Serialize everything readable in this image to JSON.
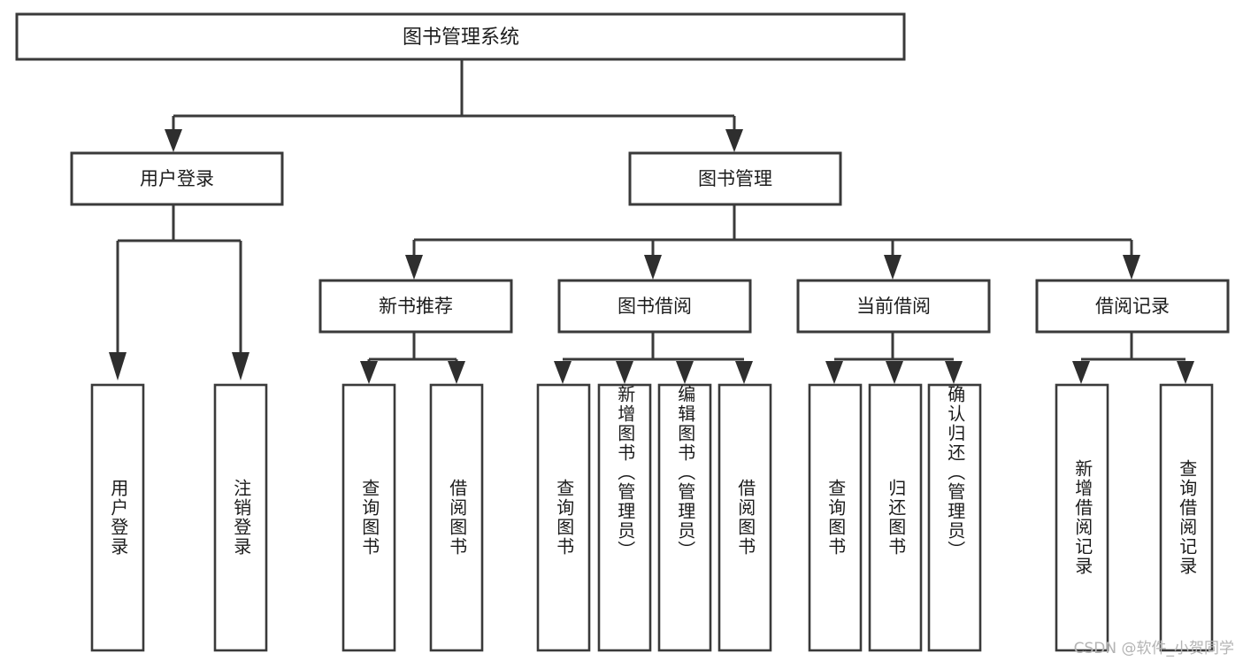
{
  "diagram": {
    "title": "图书管理系统",
    "type": "hierarchy-tree",
    "watermark": "CSDN @软件_小贺同学",
    "colors": {
      "box_stroke": "#3a3a3a",
      "box_fill": "#ffffff",
      "text": "#1c1c1c",
      "connector": "#3a3a3a",
      "watermark": "#b4b4b4",
      "background": "#ffffff"
    },
    "root": {
      "label": "图书管理系统",
      "name": "root-node-library-management-system"
    },
    "level2": [
      {
        "label": "用户登录",
        "name": "node-user-login"
      },
      {
        "label": "图书管理",
        "name": "node-book-management"
      }
    ],
    "level3": [
      {
        "label": "新书推荐",
        "name": "node-new-book-recommendation"
      },
      {
        "label": "图书借阅",
        "name": "node-book-borrowing"
      },
      {
        "label": "当前借阅",
        "name": "node-current-borrowing"
      },
      {
        "label": "借阅记录",
        "name": "node-borrowing-records"
      }
    ],
    "leaves": [
      {
        "label": "用户登录",
        "name": "leaf-user-login",
        "parent": "用户登录"
      },
      {
        "label": "注销登录",
        "name": "leaf-logout",
        "parent": "用户登录"
      },
      {
        "label": "查询图书",
        "name": "leaf-query-book-recommend",
        "parent": "新书推荐"
      },
      {
        "label": "借阅图书",
        "name": "leaf-borrow-book-recommend",
        "parent": "新书推荐"
      },
      {
        "label": "查询图书",
        "name": "leaf-query-book-borrowing",
        "parent": "图书借阅"
      },
      {
        "label": "新增图书（管理员）",
        "name": "leaf-add-book-admin",
        "parent": "图书借阅"
      },
      {
        "label": "编辑图书（管理员）",
        "name": "leaf-edit-book-admin",
        "parent": "图书借阅"
      },
      {
        "label": "借阅图书",
        "name": "leaf-borrow-book",
        "parent": "图书借阅"
      },
      {
        "label": "查询图书",
        "name": "leaf-query-book-current",
        "parent": "当前借阅"
      },
      {
        "label": "归还图书",
        "name": "leaf-return-book",
        "parent": "当前借阅"
      },
      {
        "label": "确认归还（管理员）",
        "name": "leaf-confirm-return-admin",
        "parent": "当前借阅"
      },
      {
        "label": "新增借阅记录",
        "name": "leaf-add-borrow-record",
        "parent": "借阅记录"
      },
      {
        "label": "查询借阅记录",
        "name": "leaf-query-borrow-record",
        "parent": "借阅记录"
      }
    ]
  }
}
